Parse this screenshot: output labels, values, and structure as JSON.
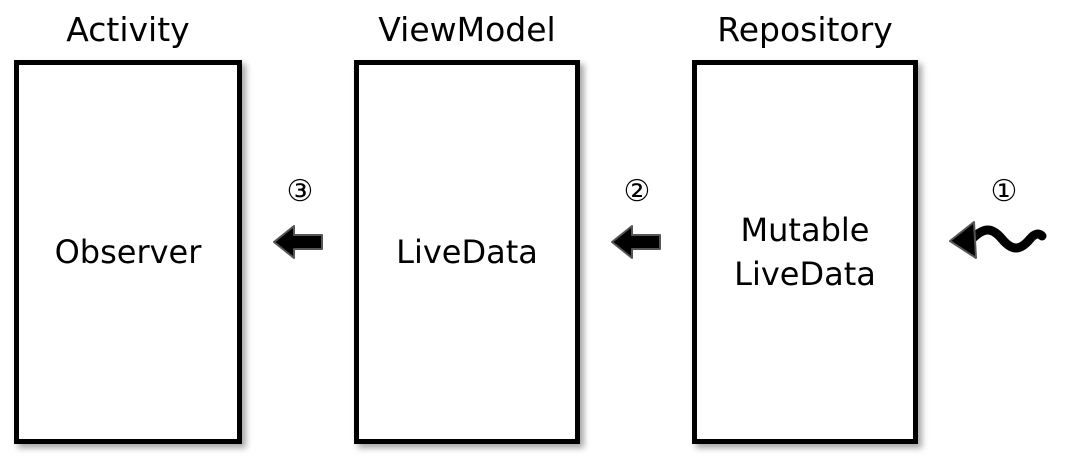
{
  "columns": {
    "activity": {
      "title": "Activity",
      "box_label": "Observer"
    },
    "viewmodel": {
      "title": "ViewModel",
      "box_label": "LiveData"
    },
    "repository": {
      "title": "Repository",
      "box_label": "Mutable\nLiveData"
    }
  },
  "steps": {
    "one": "①",
    "two": "②",
    "three": "③"
  },
  "colors": {
    "stroke": "#000000",
    "background": "#ffffff"
  }
}
